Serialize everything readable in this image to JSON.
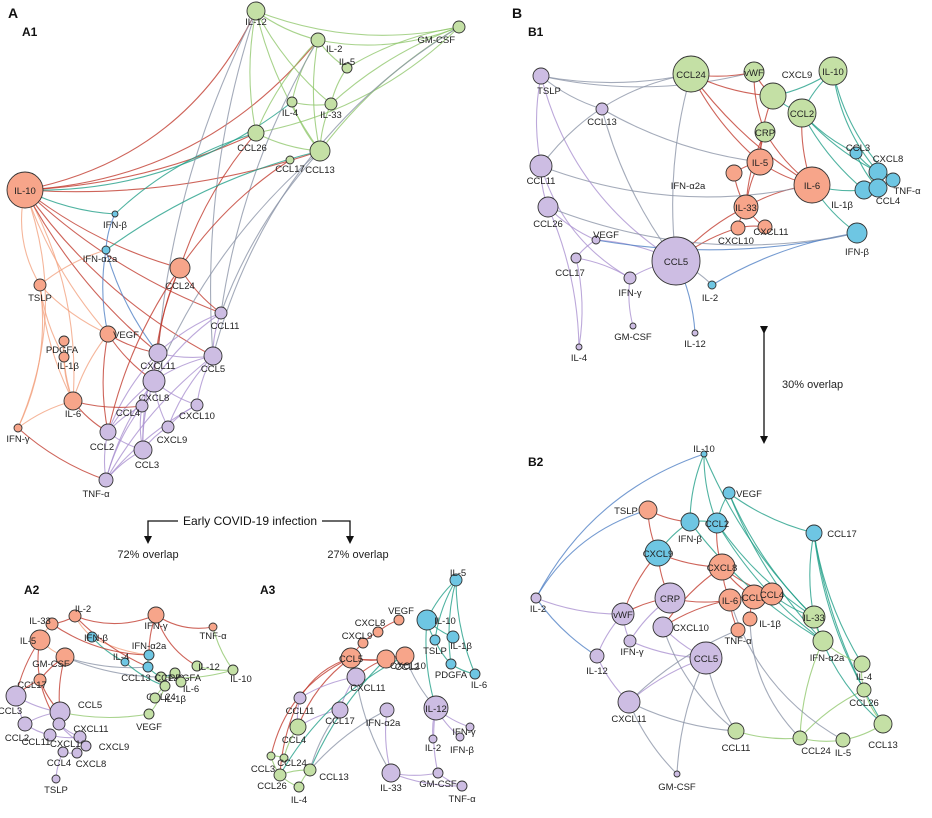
{
  "section_a": "A",
  "section_b": "B",
  "early_label": "Early COVID-19 infection",
  "overlap_a2": "72% overlap",
  "overlap_a3": "27% overlap",
  "overlap_b": "30% overlap",
  "colors": {
    "orange": "#f7a58a",
    "purple": "#cdbde3",
    "green": "#c4e0a5",
    "blue": "#6ec6e3",
    "edge_red": "#c0392b",
    "edge_orange": "#f2a27f",
    "edge_purple": "#a98fd0",
    "edge_green": "#8fc66b",
    "edge_teal": "#1f9e86",
    "edge_blue": "#4e7fc4",
    "edge_gray": "#8a94a6"
  },
  "networks": [
    {
      "id": "A1",
      "title": "A1",
      "nodes": [
        {
          "label": "IL-12",
          "c": "green"
        },
        {
          "label": "IL-2",
          "c": "green"
        },
        {
          "label": "GM-CSF",
          "c": "green"
        },
        {
          "label": "IL-5",
          "c": "green"
        },
        {
          "label": "IL-4",
          "c": "green"
        },
        {
          "label": "IL-33",
          "c": "green"
        },
        {
          "label": "CCL26",
          "c": "green"
        },
        {
          "label": "CCL13",
          "c": "green"
        },
        {
          "label": "CCL17",
          "c": "green"
        },
        {
          "label": "IL-10",
          "c": "orange"
        },
        {
          "label": "IFN-β",
          "c": "blue"
        },
        {
          "label": "IFN-α2a",
          "c": "blue"
        },
        {
          "label": "TSLP",
          "c": "orange"
        },
        {
          "label": "CCL24",
          "c": "orange"
        },
        {
          "label": "CCL11",
          "c": "purple"
        },
        {
          "label": "PDGFA",
          "c": "orange"
        },
        {
          "label": "VEGF",
          "c": "orange"
        },
        {
          "label": "IL-1β",
          "c": "orange"
        },
        {
          "label": "CXCL11",
          "c": "purple"
        },
        {
          "label": "CCL5",
          "c": "purple"
        },
        {
          "label": "CXCL8",
          "c": "purple"
        },
        {
          "label": "IL-6",
          "c": "orange"
        },
        {
          "label": "CCL4",
          "c": "purple"
        },
        {
          "label": "CXCL10",
          "c": "purple"
        },
        {
          "label": "IFN-γ",
          "c": "orange"
        },
        {
          "label": "CCL2",
          "c": "purple"
        },
        {
          "label": "CXCL9",
          "c": "purple"
        },
        {
          "label": "CCL3",
          "c": "purple"
        },
        {
          "label": "TNF-α",
          "c": "purple"
        }
      ]
    },
    {
      "id": "A2",
      "title": "A2",
      "nodes": [
        {
          "label": "IL-33",
          "c": "orange"
        },
        {
          "label": "IL-2",
          "c": "orange"
        },
        {
          "label": "IFN-γ",
          "c": "orange"
        },
        {
          "label": "IL-5",
          "c": "orange"
        },
        {
          "label": "IFN-β",
          "c": "blue"
        },
        {
          "label": "IFN-α2a",
          "c": "blue"
        },
        {
          "label": "TNF-α",
          "c": "orange"
        },
        {
          "label": "GM-CSF",
          "c": "orange"
        },
        {
          "label": "IL-4",
          "c": "blue"
        },
        {
          "label": "IL-12",
          "c": "green"
        },
        {
          "label": "CCL17",
          "c": "orange"
        },
        {
          "label": "CCL13",
          "c": "blue"
        },
        {
          "label": "CCL26",
          "c": "green"
        },
        {
          "label": "PDGFA",
          "c": "green"
        },
        {
          "label": "IL-10",
          "c": "green"
        },
        {
          "label": "IL-6",
          "c": "green"
        },
        {
          "label": "CCL24",
          "c": "green"
        },
        {
          "label": "IL-1β",
          "c": "green"
        },
        {
          "label": "CCL3",
          "c": "purple"
        },
        {
          "label": "CCL5",
          "c": "purple"
        },
        {
          "label": "CXCL11",
          "c": "purple"
        },
        {
          "label": "VEGF",
          "c": "green"
        },
        {
          "label": "CCL2",
          "c": "purple"
        },
        {
          "label": "CCL11",
          "c": "purple"
        },
        {
          "label": "CXCL10",
          "c": "purple"
        },
        {
          "label": "CXCL9",
          "c": "purple"
        },
        {
          "label": "CCL4",
          "c": "purple"
        },
        {
          "label": "CXCL8",
          "c": "purple"
        },
        {
          "label": "TSLP",
          "c": "purple"
        }
      ]
    },
    {
      "id": "A3",
      "title": "A3",
      "nodes": [
        {
          "label": "IL-5",
          "c": "blue"
        },
        {
          "label": "VEGF",
          "c": "orange"
        },
        {
          "label": "CXCL8",
          "c": "orange"
        },
        {
          "label": "IL-10",
          "c": "blue"
        },
        {
          "label": "CXCL9",
          "c": "orange"
        },
        {
          "label": "CCL5",
          "c": "orange"
        },
        {
          "label": "TSLP",
          "c": "blue"
        },
        {
          "label": "IL-1β",
          "c": "blue"
        },
        {
          "label": "CCL2",
          "c": "orange"
        },
        {
          "label": "CXCL10",
          "c": "orange"
        },
        {
          "label": "CXCL11",
          "c": "purple"
        },
        {
          "label": "PDGFA",
          "c": "blue"
        },
        {
          "label": "IL-6",
          "c": "blue"
        },
        {
          "label": "IL-12",
          "c": "purple"
        },
        {
          "label": "CCL11",
          "c": "purple"
        },
        {
          "label": "CCL17",
          "c": "purple"
        },
        {
          "label": "IFN-α2a",
          "c": "purple"
        },
        {
          "label": "IL-2",
          "c": "purple"
        },
        {
          "label": "IFN-γ",
          "c": "purple"
        },
        {
          "label": "IFN-β",
          "c": "purple"
        },
        {
          "label": "CCL4",
          "c": "green"
        },
        {
          "label": "CCL24",
          "c": "green"
        },
        {
          "label": "CCL3",
          "c": "green"
        },
        {
          "label": "CCL13",
          "c": "green"
        },
        {
          "label": "CCL26",
          "c": "green"
        },
        {
          "label": "IL-4",
          "c": "green"
        },
        {
          "label": "IL-33",
          "c": "purple"
        },
        {
          "label": "GM-CSF",
          "c": "purple"
        },
        {
          "label": "TNF-α",
          "c": "purple"
        }
      ]
    },
    {
      "id": "B1",
      "title": "B1",
      "nodes": [
        {
          "label": "TSLP",
          "c": "purple"
        },
        {
          "label": "CCL24",
          "c": "green"
        },
        {
          "label": "vWF",
          "c": "green"
        },
        {
          "label": "CXCL9",
          "c": "green"
        },
        {
          "label": "IL-10",
          "c": "green"
        },
        {
          "label": "CCL13",
          "c": "purple"
        },
        {
          "label": "CCL2",
          "c": "green"
        },
        {
          "label": "CRP",
          "c": "green"
        },
        {
          "label": "CCL3",
          "c": "blue"
        },
        {
          "label": "CXCL8",
          "c": "blue"
        },
        {
          "label": "IL-5",
          "c": "orange"
        },
        {
          "label": "CCL11",
          "c": "purple"
        },
        {
          "label": "IFN-α2a",
          "c": "orange"
        },
        {
          "label": "IL-6",
          "c": "orange"
        },
        {
          "label": "TNF-α",
          "c": "blue"
        },
        {
          "label": "IL-1β",
          "c": "blue"
        },
        {
          "label": "CCL4",
          "c": "blue"
        },
        {
          "label": "IL-33",
          "c": "orange"
        },
        {
          "label": "CCL26",
          "c": "purple"
        },
        {
          "label": "CXCL11",
          "c": "orange"
        },
        {
          "label": "VEGF",
          "c": "purple"
        },
        {
          "label": "CXCL10",
          "c": "orange"
        },
        {
          "label": "IFN-β",
          "c": "blue"
        },
        {
          "label": "CCL17",
          "c": "purple"
        },
        {
          "label": "CCL5",
          "c": "purple"
        },
        {
          "label": "IFN-γ",
          "c": "purple"
        },
        {
          "label": "IL-2",
          "c": "blue"
        },
        {
          "label": "GM-CSF",
          "c": "purple"
        },
        {
          "label": "IL-12",
          "c": "purple"
        },
        {
          "label": "IL-4",
          "c": "purple"
        }
      ]
    },
    {
      "id": "B2",
      "title": "B2",
      "nodes": [
        {
          "label": "IL-10",
          "c": "blue"
        },
        {
          "label": "VEGF",
          "c": "blue"
        },
        {
          "label": "TSLP",
          "c": "orange"
        },
        {
          "label": "CCL2",
          "c": "blue"
        },
        {
          "label": "CCL17",
          "c": "blue"
        },
        {
          "label": "IFN-β",
          "c": "blue"
        },
        {
          "label": "CXCL9",
          "c": "blue"
        },
        {
          "label": "CXCL8",
          "c": "orange"
        },
        {
          "label": "IL-2",
          "c": "purple"
        },
        {
          "label": "CRP",
          "c": "purple"
        },
        {
          "label": "CCL3",
          "c": "orange"
        },
        {
          "label": "CCL4",
          "c": "orange"
        },
        {
          "label": "vWF",
          "c": "purple"
        },
        {
          "label": "IL-6",
          "c": "orange"
        },
        {
          "label": "IL-33",
          "c": "green"
        },
        {
          "label": "IL-1β",
          "c": "orange"
        },
        {
          "label": "CXCL10",
          "c": "purple"
        },
        {
          "label": "TNF-α",
          "c": "orange"
        },
        {
          "label": "IFN-γ",
          "c": "purple"
        },
        {
          "label": "IFN-α2a",
          "c": "green"
        },
        {
          "label": "IL-12",
          "c": "purple"
        },
        {
          "label": "CCL5",
          "c": "purple"
        },
        {
          "label": "IL-4",
          "c": "green"
        },
        {
          "label": "CCL26",
          "c": "green"
        },
        {
          "label": "CXCL11",
          "c": "purple"
        },
        {
          "label": "CCL11",
          "c": "green"
        },
        {
          "label": "CCL24",
          "c": "green"
        },
        {
          "label": "IL-5",
          "c": "green"
        },
        {
          "label": "CCL13",
          "c": "green"
        },
        {
          "label": "GM-CSF",
          "c": "purple"
        }
      ]
    }
  ]
}
